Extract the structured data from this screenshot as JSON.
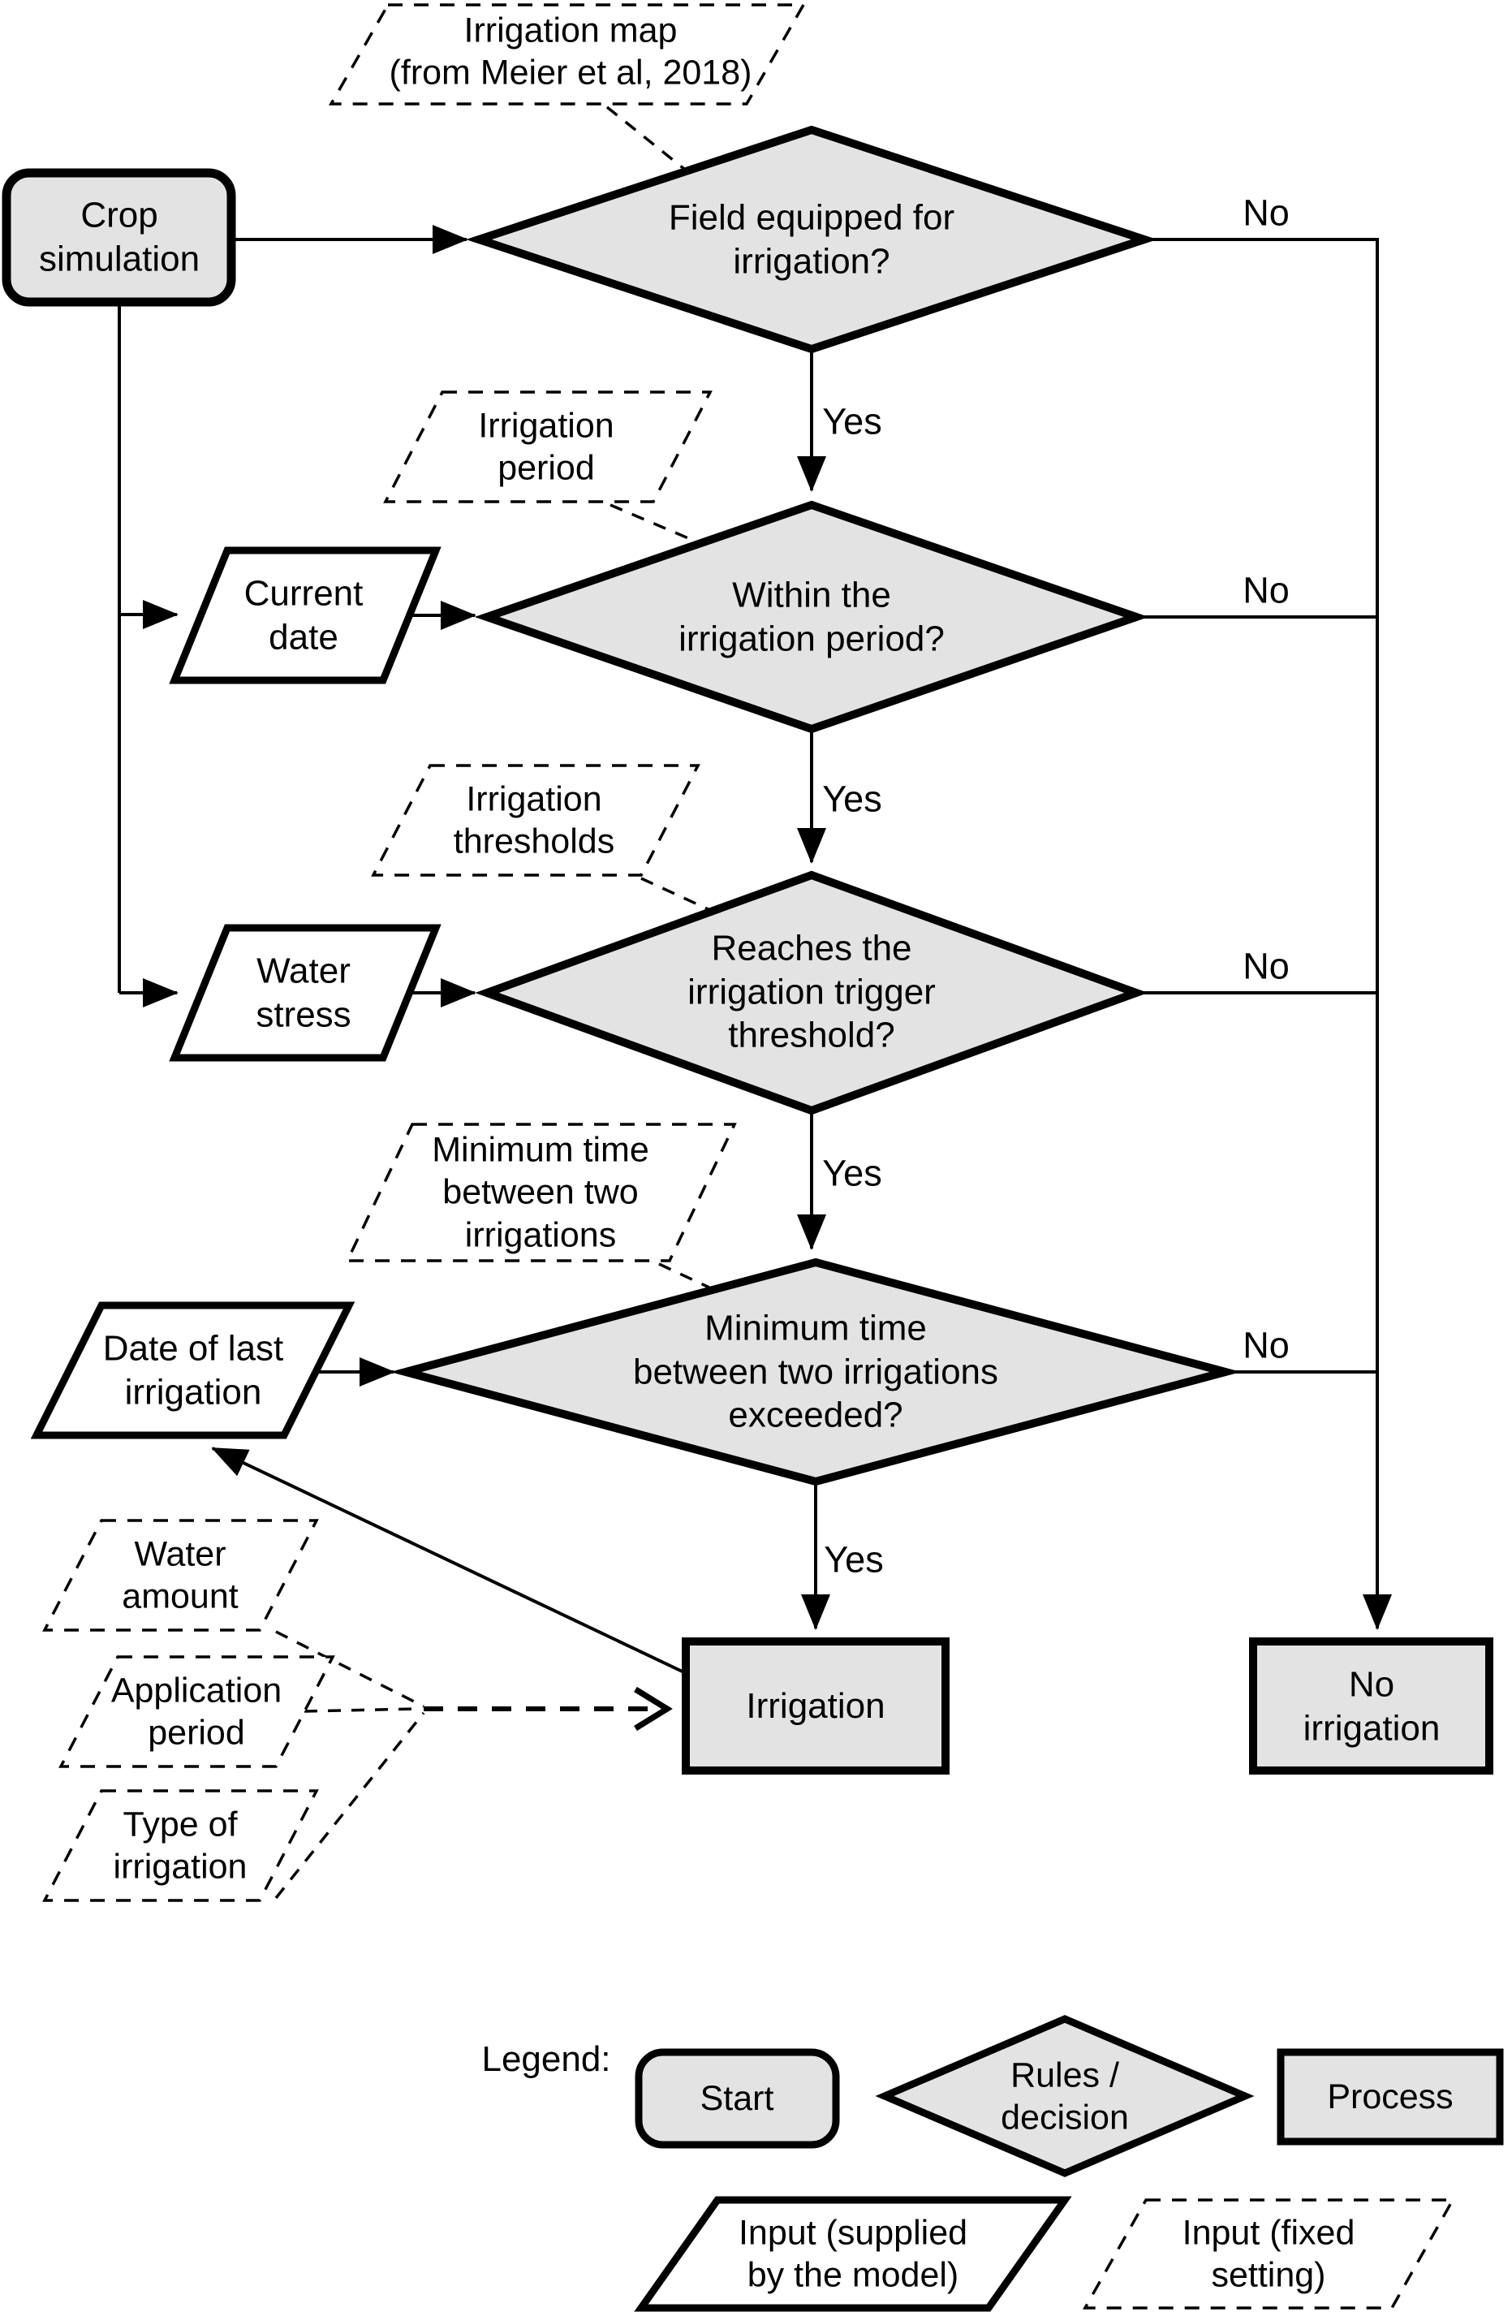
{
  "flowchart": {
    "start": {
      "crop_simulation": "Crop\nsimulation"
    },
    "inputs_fixed": {
      "irrigation_map": "Irrigation map\n(from Meier et al, 2018)",
      "irrigation_period": "Irrigation\nperiod",
      "irrigation_thresholds": "Irrigation\nthresholds",
      "min_time_between_irrigations": "Minimum time\nbetween two\nirrigations",
      "water_amount": "Water\namount",
      "application_period": "Application\nperiod",
      "type_of_irrigation": "Type of\nirrigation"
    },
    "inputs_model": {
      "current_date": "Current\ndate",
      "water_stress": "Water\nstress",
      "date_of_last_irrigation": "Date of last\nirrigation"
    },
    "decisions": {
      "field_equipped": "Field equipped for\nirrigation?",
      "within_period": "Within the\nirrigation period?",
      "reaches_threshold": "Reaches the\nirrigation trigger\nthreshold?",
      "min_time_exceeded": "Minimum time\nbetween two irrigations\nexceeded?"
    },
    "processes": {
      "irrigation": "Irrigation",
      "no_irrigation": "No irrigation"
    },
    "edge_labels": {
      "yes": "Yes",
      "no": "No"
    }
  },
  "legend": {
    "title": "Legend:",
    "start": "Start",
    "decision": "Rules /\ndecision",
    "process": "Process",
    "input_model": "Input (supplied\nby the model)",
    "input_fixed": "Input (fixed\nsetting)"
  },
  "colors": {
    "shape_fill": "#e3e3e3",
    "outline": "#000000",
    "background": "#ffffff",
    "text": "#000000"
  }
}
